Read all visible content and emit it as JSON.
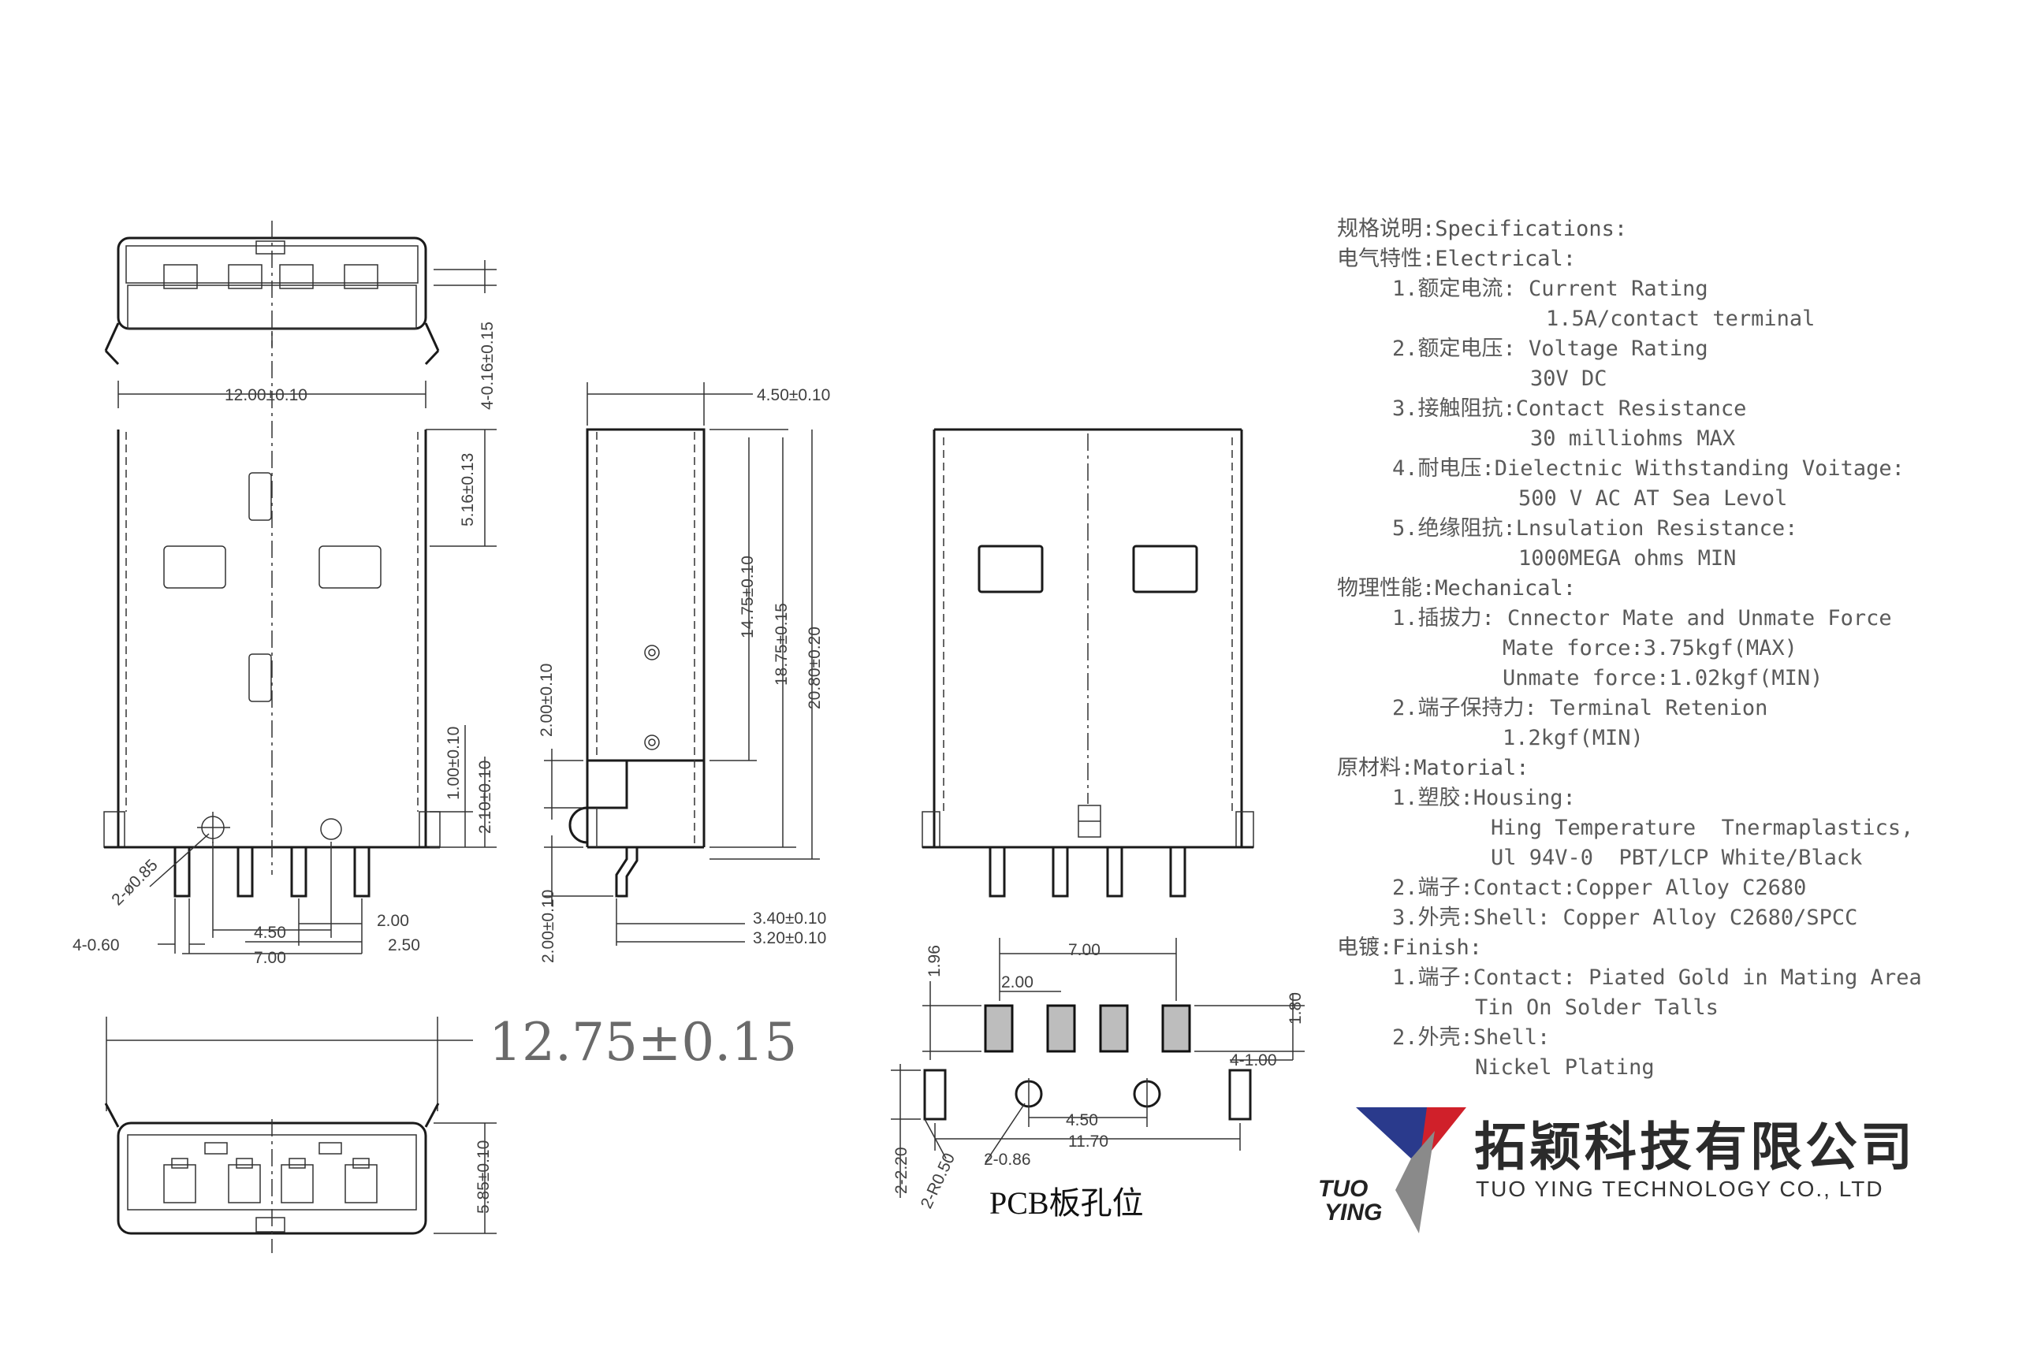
{
  "specs": {
    "title": "规格说明:Specifications:",
    "electrical": {
      "heading": "电气特性:Electrical:",
      "items": [
        "1.额定电流: Current Rating",
        "1.5A/contact terminal",
        "2.额定电压: Voltage Rating",
        "30V DC",
        "3.接触阻抗:Contact Resistance",
        "30 milliohms MAX",
        "4.耐电压:Dielectnic Withstanding Voitage:",
        "500 V AC AT Sea Levol",
        "5.绝缘阻抗:Lnsulation Resistance:",
        "1000MEGA ohms MIN"
      ]
    },
    "mechanical": {
      "heading": "物理性能:Mechanical:",
      "items": [
        "1.插拔力: Cnnector Mate and Unmate Force",
        "Mate force:3.75kgf(MAX)",
        "Unmate force:1.02kgf(MIN)",
        "2.端子保持力: Terminal Retenion",
        "1.2kgf(MIN)"
      ]
    },
    "material": {
      "heading": "原材料:Matorial:",
      "items": [
        "1.塑胶:Housing:",
        "Hing Temperature  Tnermaplastics,",
        "Ul 94V-0  PBT/LCP White/Black",
        "2.端子:Contact:Copper Alloy C2680",
        "3.外壳:Shell: Copper Alloy C2680/SPCC"
      ]
    },
    "finish": {
      "heading": "电镀:Finish:",
      "items": [
        "1.端子:Contact: Piated Gold in Mating Area",
        "Tin On Solder Talls",
        "2.外壳:Shell:",
        "Nickel Plating"
      ]
    }
  },
  "dims": {
    "top_thickness": "4-0.16±0.15",
    "width": "12.00±0.10",
    "front_5_16": "5.16±0.13",
    "front_1_00": "1.00±0.10",
    "front_2_10": "2.10±0.10",
    "hole_dia": "2-ø0.85",
    "pin_width": "4-0.60",
    "pitch_4_50": "4.50",
    "pitch_2_00": "2.00",
    "pitch_2_50": "2.50",
    "span_7_00": "7.00",
    "side_4_50": "4.50±0.10",
    "side_14_75": "14.75±0.10",
    "side_18_75": "18.75±0.15",
    "side_20_80": "20.80±0.20",
    "side_2_00a": "2.00±0.10",
    "side_2_00b": "2.00±0.10",
    "side_3_40": "3.40±0.10",
    "side_3_20": "3.20±0.10",
    "overall": "12.75±0.15",
    "bottom_5_85": "5.85±0.10",
    "pcb_7_00": "7.00",
    "pcb_1_96": "1.96",
    "pcb_2_00": "2.00",
    "pcb_1_80": "1.80",
    "pcb_4_1_00": "4-1.00",
    "pcb_4_50": "4.50",
    "pcb_11_70": "11.70",
    "pcb_2_2_20": "2-2.20",
    "pcb_r0_50": "2-R0.50",
    "pcb_0_86": "2-0.86"
  },
  "pcb_title": "PCB板孔位",
  "logo": {
    "cn": "拓颖科技有限公司",
    "en": "TUO YING TECHNOLOGY CO., LTD",
    "mark_top": "TUO",
    "mark_bottom": "YING",
    "colors": {
      "red": "#d0202a",
      "blue": "#2a3a8c",
      "grey": "#8a8a8a"
    }
  }
}
